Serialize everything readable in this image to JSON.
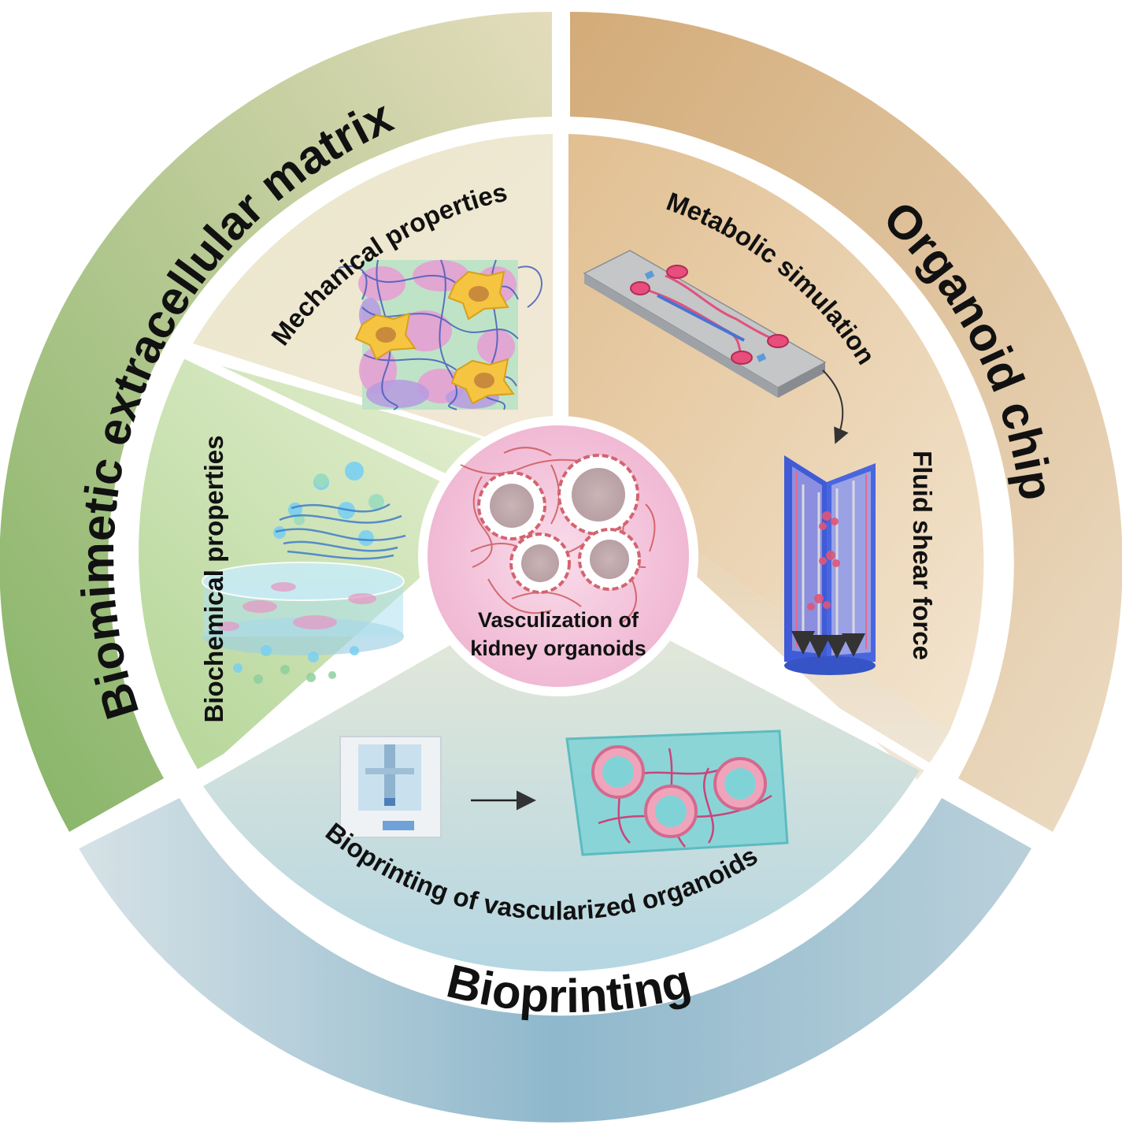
{
  "outer_ring": {
    "ecm": "Biomimetic extracellular matrix",
    "chip": "Organoid chip",
    "bioprinting": "Bioprinting"
  },
  "sectors": {
    "mechanical": "Mechanical properties",
    "biochemical": "Biochemical properties",
    "metabolic": "Metabolic simulation",
    "fluid": "Fluid shear force",
    "bioprinting": "Bioprinting of vascularized organoids"
  },
  "center": {
    "line1": "Vasculization of",
    "line2": "kidney organoids"
  },
  "colors": {
    "ecm": "#9fc47e",
    "chip": "#d8b27d",
    "bioprinting": "#8db6cc",
    "center": "#f3bdd8"
  }
}
